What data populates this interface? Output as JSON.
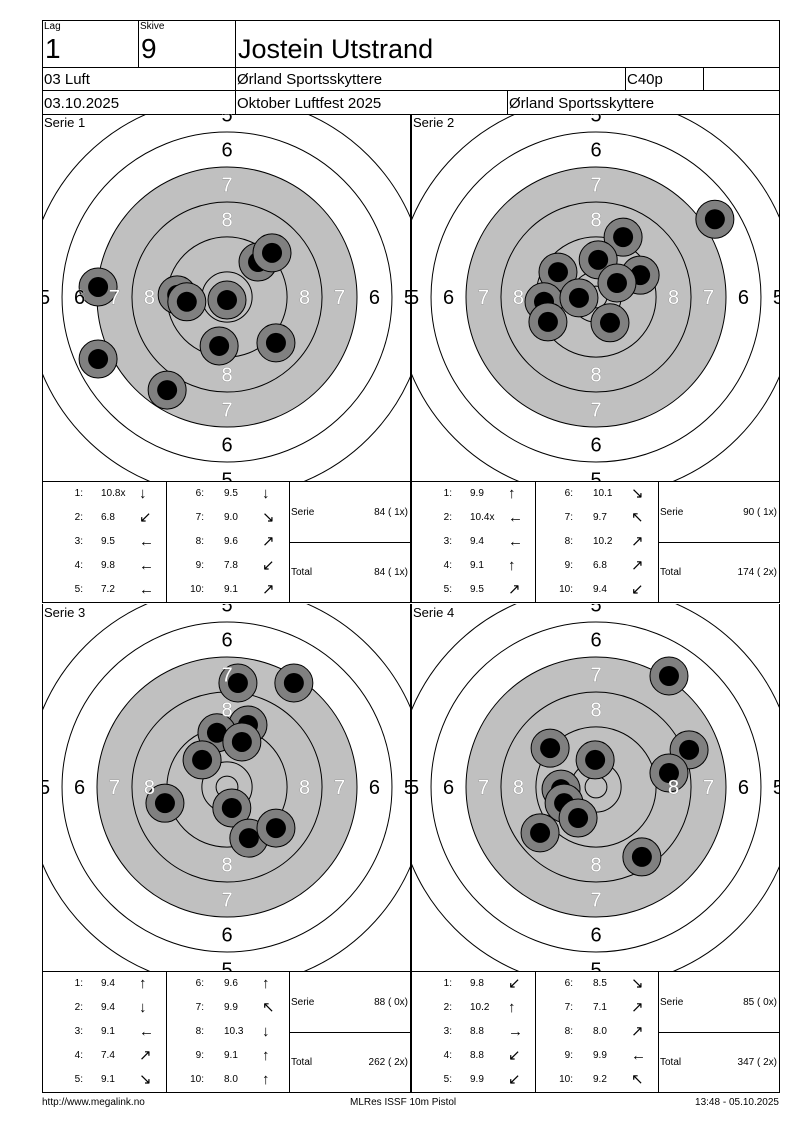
{
  "header": {
    "lag_label": "Lag",
    "lag": "1",
    "skive_label": "Skive",
    "skive": "9",
    "name": "Jostein Utstrand",
    "klasse": "03 Luft",
    "klubb": "Ørland Sportsskyttere",
    "kode": "C40p",
    "kode2": "",
    "dato": "03.10.2025",
    "stevne": "Oktober Luftfest 2025",
    "arrangor": "Ørland Sportsskyttere"
  },
  "colors": {
    "black_area": "#c0c0c0",
    "shot_outer": "#808080",
    "shot_inner": "#000000"
  },
  "ring_labels": [
    "5",
    "6",
    "7",
    "8"
  ],
  "series": [
    {
      "title": "Serie 1",
      "serie_label": "Serie",
      "serie_value": "84 ( 1x)",
      "total_label": "Total",
      "total_value": "84 ( 1x)",
      "shots": [
        {
          "n": "1:",
          "v": "10.8x",
          "dir": "↓"
        },
        {
          "n": "2:",
          "v": "6.8",
          "dir": "↙"
        },
        {
          "n": "3:",
          "v": "9.5",
          "dir": "←"
        },
        {
          "n": "4:",
          "v": "9.8",
          "dir": "←"
        },
        {
          "n": "5:",
          "v": "7.2",
          "dir": "←"
        },
        {
          "n": "6:",
          "v": "9.5",
          "dir": "↓"
        },
        {
          "n": "7:",
          "v": "9.0",
          "dir": "↘"
        },
        {
          "n": "8:",
          "v": "9.6",
          "dir": "↗"
        },
        {
          "n": "9:",
          "v": "7.8",
          "dir": "↙"
        },
        {
          "n": "10:",
          "v": "9.1",
          "dir": "↗"
        }
      ],
      "hits_mm": [
        [
          -29.5,
          -2.3
        ],
        [
          -29.5,
          14.2
        ],
        [
          -13.7,
          21.3
        ],
        [
          -11.4,
          -0.5
        ],
        [
          -9.2,
          1.1
        ],
        [
          -1.8,
          11.2
        ],
        [
          0,
          0.7
        ],
        [
          7.1,
          -8.0
        ],
        [
          10.3,
          -10.1
        ],
        [
          11.2,
          10.5
        ]
      ]
    },
    {
      "title": "Serie 2",
      "serie_label": "Serie",
      "serie_value": "90 ( 1x)",
      "total_label": "Total",
      "total_value": "174 ( 2x)",
      "shots": [
        {
          "n": "1:",
          "v": "9.9",
          "dir": "↑"
        },
        {
          "n": "2:",
          "v": "10.4x",
          "dir": "←"
        },
        {
          "n": "3:",
          "v": "9.4",
          "dir": "←"
        },
        {
          "n": "4:",
          "v": "9.1",
          "dir": "↑"
        },
        {
          "n": "5:",
          "v": "9.5",
          "dir": "↗"
        },
        {
          "n": "6:",
          "v": "10.1",
          "dir": "↘"
        },
        {
          "n": "7:",
          "v": "9.7",
          "dir": "↖"
        },
        {
          "n": "8:",
          "v": "10.2",
          "dir": "↗"
        },
        {
          "n": "9:",
          "v": "6.8",
          "dir": "↗"
        },
        {
          "n": "10:",
          "v": "9.4",
          "dir": "↙"
        }
      ],
      "hits_mm": [
        [
          27.2,
          -17.8
        ],
        [
          6.2,
          -13.7
        ],
        [
          0.5,
          -8.5
        ],
        [
          -8.7,
          -5.7
        ],
        [
          10.1,
          -5.0
        ],
        [
          4.8,
          -3.2
        ],
        [
          -11.9,
          1.1
        ],
        [
          -3.9,
          0.2
        ],
        [
          3.2,
          5.9
        ],
        [
          -11.0,
          5.7
        ]
      ]
    },
    {
      "title": "Serie 3",
      "serie_label": "Serie",
      "serie_value": "88 ( 0x)",
      "total_label": "Total",
      "total_value": "262 ( 2x)",
      "shots": [
        {
          "n": "1:",
          "v": "9.4",
          "dir": "↑"
        },
        {
          "n": "2:",
          "v": "9.4",
          "dir": "↓"
        },
        {
          "n": "3:",
          "v": "9.1",
          "dir": "←"
        },
        {
          "n": "4:",
          "v": "7.4",
          "dir": "↗"
        },
        {
          "n": "5:",
          "v": "9.1",
          "dir": "↘"
        },
        {
          "n": "6:",
          "v": "9.6",
          "dir": "↑"
        },
        {
          "n": "7:",
          "v": "9.9",
          "dir": "↖"
        },
        {
          "n": "8:",
          "v": "10.3",
          "dir": "↓"
        },
        {
          "n": "9:",
          "v": "9.1",
          "dir": "↑"
        },
        {
          "n": "10:",
          "v": "8.0",
          "dir": "↑"
        }
      ],
      "hits_mm": [
        [
          2.5,
          -23.8
        ],
        [
          15.3,
          -23.8
        ],
        [
          4.8,
          -14.2
        ],
        [
          -2.3,
          -12.4
        ],
        [
          3.4,
          -10.3
        ],
        [
          -5.7,
          -6.2
        ],
        [
          1.1,
          4.8
        ],
        [
          -14.2,
          3.7
        ],
        [
          5.0,
          11.7
        ],
        [
          11.2,
          9.4
        ]
      ]
    },
    {
      "title": "Serie 4",
      "serie_label": "Serie",
      "serie_value": "85 ( 0x)",
      "total_label": "Total",
      "total_value": "347 ( 2x)",
      "shots": [
        {
          "n": "1:",
          "v": "9.8",
          "dir": "↙"
        },
        {
          "n": "2:",
          "v": "10.2",
          "dir": "↑"
        },
        {
          "n": "3:",
          "v": "8.8",
          "dir": "→"
        },
        {
          "n": "4:",
          "v": "8.8",
          "dir": "↙"
        },
        {
          "n": "5:",
          "v": "9.9",
          "dir": "↙"
        },
        {
          "n": "6:",
          "v": "8.5",
          "dir": "↘"
        },
        {
          "n": "7:",
          "v": "7.1",
          "dir": "↗"
        },
        {
          "n": "8:",
          "v": "8.0",
          "dir": "↗"
        },
        {
          "n": "9:",
          "v": "9.9",
          "dir": "←"
        },
        {
          "n": "10:",
          "v": "9.2",
          "dir": "↖"
        }
      ],
      "hits_mm": [
        [
          16.7,
          -25.4
        ],
        [
          -10.5,
          -8.9
        ],
        [
          -0.2,
          -6.2
        ],
        [
          21.3,
          -8.5
        ],
        [
          16.7,
          -3.2
        ],
        [
          -8.0,
          0.5
        ],
        [
          -7.3,
          3.7
        ],
        [
          -4.1,
          7.1
        ],
        [
          -12.8,
          10.5
        ],
        [
          10.5,
          16.0
        ]
      ]
    }
  ],
  "footer": {
    "url": "http://www.megalink.no",
    "program": "MLRes ISSF 10m Pistol",
    "timestamp": "13:48 - 05.10.2025"
  }
}
